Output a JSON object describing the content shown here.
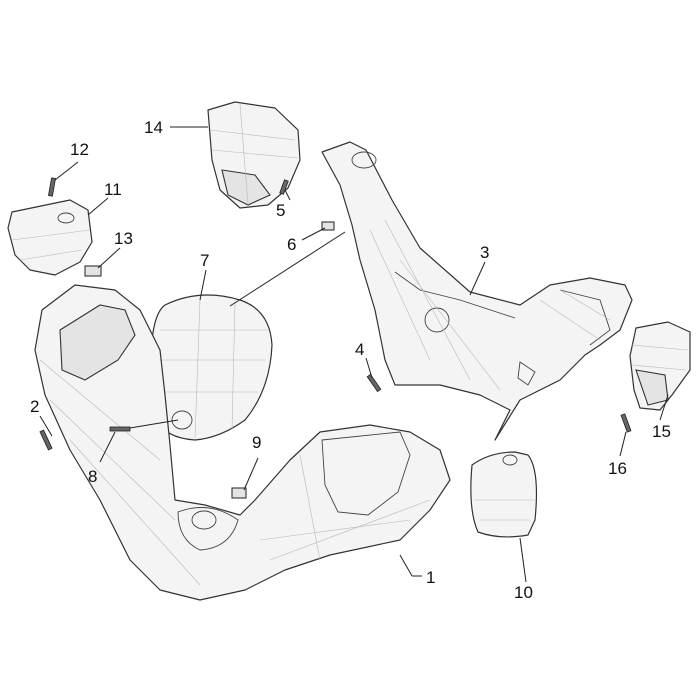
{
  "callouts": [
    {
      "id": "1",
      "label": "1"
    },
    {
      "id": "2",
      "label": "2"
    },
    {
      "id": "3",
      "label": "3"
    },
    {
      "id": "4",
      "label": "4"
    },
    {
      "id": "5",
      "label": "5"
    },
    {
      "id": "6",
      "label": "6"
    },
    {
      "id": "7",
      "label": "7"
    },
    {
      "id": "8",
      "label": "8"
    },
    {
      "id": "9",
      "label": "9"
    },
    {
      "id": "10",
      "label": "10"
    },
    {
      "id": "11",
      "label": "11"
    },
    {
      "id": "12",
      "label": "12"
    },
    {
      "id": "13",
      "label": "13"
    },
    {
      "id": "14",
      "label": "14"
    },
    {
      "id": "15",
      "label": "15"
    },
    {
      "id": "16",
      "label": "16"
    }
  ],
  "colors": {
    "line": "#333333",
    "fill": "#f4f4f4",
    "background": "#ffffff"
  }
}
